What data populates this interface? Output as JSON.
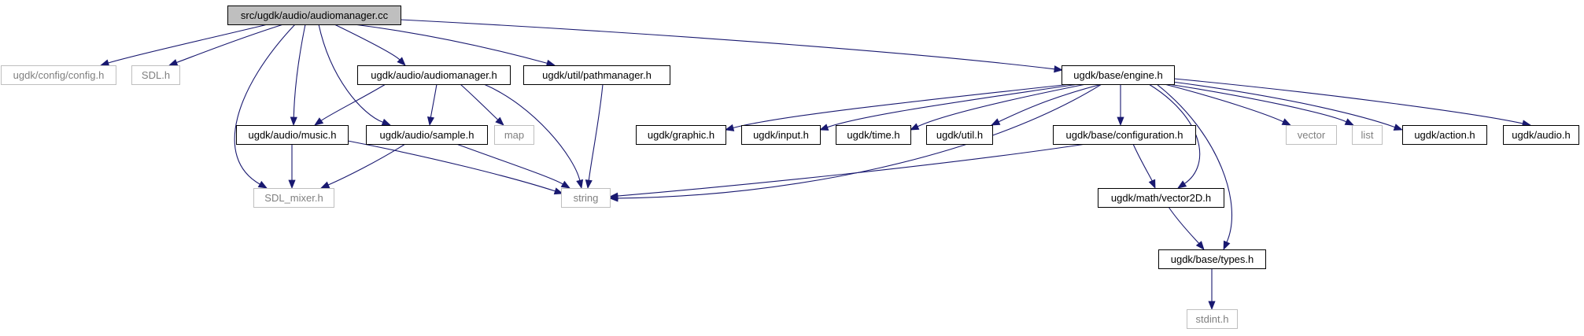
{
  "graph": {
    "root": "src/ugdk/audio/audiomanager.cc",
    "colors": {
      "root_fill": "#bfbfbf",
      "node_border": "#000000",
      "external_border": "#bfbfbf",
      "edge": "#191970",
      "text": "#000000",
      "external_text": "#7f7f7f"
    },
    "nodes": [
      {
        "id": "audiomanager_cc",
        "label": "src/ugdk/audio/audiomanager.cc",
        "kind": "root"
      },
      {
        "id": "config_h",
        "label": "ugdk/config/config.h",
        "kind": "external"
      },
      {
        "id": "sdl_h",
        "label": "SDL.h",
        "kind": "external"
      },
      {
        "id": "audiomanager_h",
        "label": "ugdk/audio/audiomanager.h",
        "kind": "documented"
      },
      {
        "id": "pathmanager_h",
        "label": "ugdk/util/pathmanager.h",
        "kind": "documented"
      },
      {
        "id": "engine_h",
        "label": "ugdk/base/engine.h",
        "kind": "documented"
      },
      {
        "id": "music_h",
        "label": "ugdk/audio/music.h",
        "kind": "documented"
      },
      {
        "id": "sample_h",
        "label": "ugdk/audio/sample.h",
        "kind": "documented"
      },
      {
        "id": "map",
        "label": "map",
        "kind": "external"
      },
      {
        "id": "sdl_mixer_h",
        "label": "SDL_mixer.h",
        "kind": "external"
      },
      {
        "id": "string",
        "label": "string",
        "kind": "external"
      },
      {
        "id": "graphic_h",
        "label": "ugdk/graphic.h",
        "kind": "documented"
      },
      {
        "id": "input_h",
        "label": "ugdk/input.h",
        "kind": "documented"
      },
      {
        "id": "time_h",
        "label": "ugdk/time.h",
        "kind": "documented"
      },
      {
        "id": "util_h",
        "label": "ugdk/util.h",
        "kind": "documented"
      },
      {
        "id": "configuration_h",
        "label": "ugdk/base/configuration.h",
        "kind": "documented"
      },
      {
        "id": "vector",
        "label": "vector",
        "kind": "external"
      },
      {
        "id": "list",
        "label": "list",
        "kind": "external"
      },
      {
        "id": "action_h",
        "label": "ugdk/action.h",
        "kind": "documented"
      },
      {
        "id": "audio_h",
        "label": "ugdk/audio.h",
        "kind": "documented"
      },
      {
        "id": "vector2d_h",
        "label": "ugdk/math/vector2D.h",
        "kind": "documented"
      },
      {
        "id": "types_h",
        "label": "ugdk/base/types.h",
        "kind": "documented"
      },
      {
        "id": "stdint_h",
        "label": "stdint.h",
        "kind": "external"
      }
    ],
    "edges": [
      {
        "from": "audiomanager_cc",
        "to": "config_h"
      },
      {
        "from": "audiomanager_cc",
        "to": "sdl_h"
      },
      {
        "from": "audiomanager_cc",
        "to": "sdl_mixer_h"
      },
      {
        "from": "audiomanager_cc",
        "to": "music_h"
      },
      {
        "from": "audiomanager_cc",
        "to": "sample_h"
      },
      {
        "from": "audiomanager_cc",
        "to": "audiomanager_h"
      },
      {
        "from": "audiomanager_cc",
        "to": "pathmanager_h"
      },
      {
        "from": "audiomanager_cc",
        "to": "engine_h"
      },
      {
        "from": "audiomanager_h",
        "to": "music_h"
      },
      {
        "from": "audiomanager_h",
        "to": "sample_h"
      },
      {
        "from": "audiomanager_h",
        "to": "map"
      },
      {
        "from": "audiomanager_h",
        "to": "string"
      },
      {
        "from": "music_h",
        "to": "sdl_mixer_h"
      },
      {
        "from": "music_h",
        "to": "string"
      },
      {
        "from": "sample_h",
        "to": "sdl_mixer_h"
      },
      {
        "from": "sample_h",
        "to": "string"
      },
      {
        "from": "pathmanager_h",
        "to": "string"
      },
      {
        "from": "engine_h",
        "to": "graphic_h"
      },
      {
        "from": "engine_h",
        "to": "input_h"
      },
      {
        "from": "engine_h",
        "to": "time_h"
      },
      {
        "from": "engine_h",
        "to": "util_h"
      },
      {
        "from": "engine_h",
        "to": "string"
      },
      {
        "from": "engine_h",
        "to": "configuration_h"
      },
      {
        "from": "engine_h",
        "to": "vector2d_h"
      },
      {
        "from": "engine_h",
        "to": "types_h"
      },
      {
        "from": "engine_h",
        "to": "vector"
      },
      {
        "from": "engine_h",
        "to": "list"
      },
      {
        "from": "engine_h",
        "to": "action_h"
      },
      {
        "from": "engine_h",
        "to": "audio_h"
      },
      {
        "from": "configuration_h",
        "to": "string"
      },
      {
        "from": "configuration_h",
        "to": "vector2d_h"
      },
      {
        "from": "vector2d_h",
        "to": "types_h"
      },
      {
        "from": "types_h",
        "to": "stdint_h"
      }
    ]
  }
}
